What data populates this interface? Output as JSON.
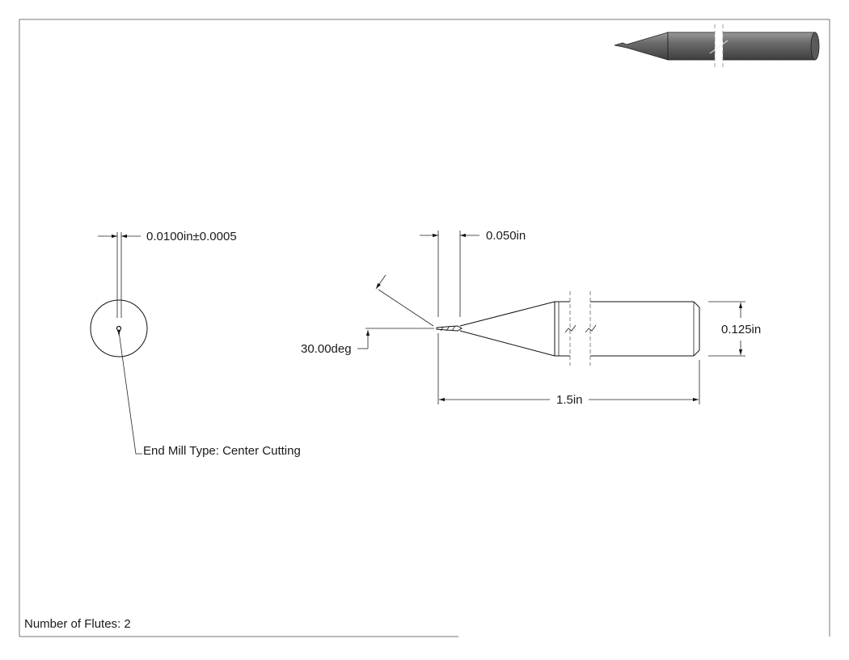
{
  "drawing": {
    "dims": {
      "tip_diameter": "0.0100in±0.0005",
      "flute_length": "0.050in",
      "angle": "30.00deg",
      "shank_diameter": "0.125in",
      "overall_length": "1.5in"
    },
    "notes": {
      "end_mill_type": "End Mill Type: Center Cutting",
      "flutes": "Number of Flutes: 2"
    },
    "colors": {
      "line": "#111111",
      "border": "#777777",
      "shaded_body": "#6b6b6b"
    }
  }
}
